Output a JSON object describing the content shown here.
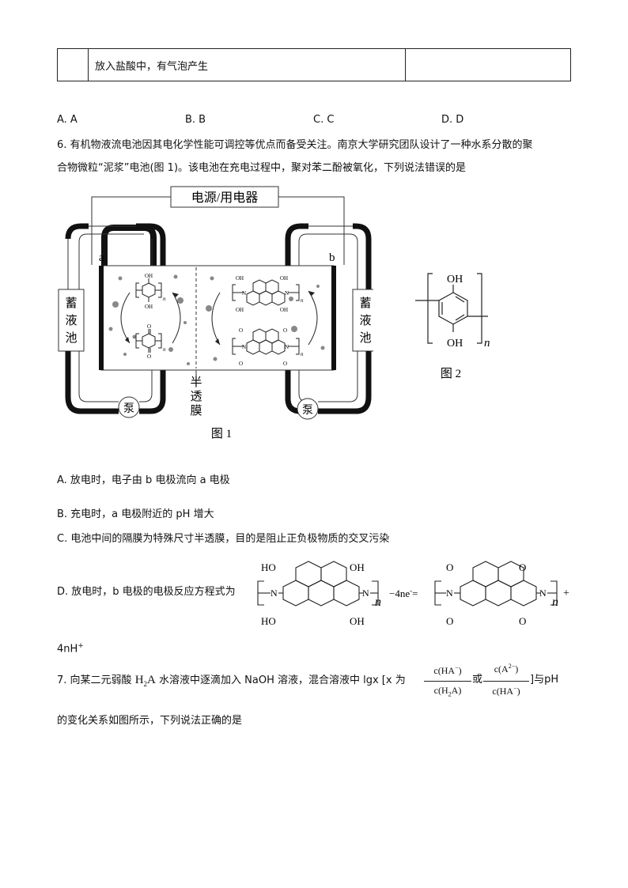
{
  "table_row": {
    "cell1": "",
    "cell2": "放入盐酸中，有气泡产生",
    "cell3": ""
  },
  "q5_options": [
    "A. A",
    "B. B",
    "C. C",
    "D. D"
  ],
  "q6": {
    "stem_line1": "6. 有机物液流电池因其电化学性能可调控等优点而备受关注。南京大学研究团队设计了一种水系分散的聚",
    "stem_line2": "合物微粒“泥浆”电池(图 1)。该电池在充电过程中，聚对苯二酚被氧化，下列说法错误的是",
    "figure1": {
      "power_label": "电源/用电器",
      "electrode_a": "a",
      "electrode_b": "b",
      "reservoir_left": [
        "蓄",
        "液",
        "池"
      ],
      "reservoir_right": [
        "蓄",
        "液",
        "池"
      ],
      "pump_left": "泵",
      "pump_right": "泵",
      "membrane": [
        "半",
        "透",
        "膜"
      ],
      "caption": "图 1",
      "oh": "OH",
      "o": "O",
      "n": "N",
      "n_sub": "n"
    },
    "figure2": {
      "oh_top": "OH",
      "oh_bottom": "OH",
      "n_sub": "n",
      "caption": "图 2"
    },
    "option_a": "A. 放电时，电子由 b 电极流向 a 电极",
    "option_b": "B. 充电时，a 电极附近的 pH 增大",
    "option_c": "C. 电池中间的隔膜为特殊尺寸半透膜，目的是阻止正负极物质的交叉污染",
    "option_d_prefix": "D. 放电时，b 电极的电极反应方程式为",
    "option_d_minus": "−4ne",
    "option_d_minus_sup": "-",
    "option_d_eq": "=",
    "option_d_plus": "+",
    "option_d_tail": "4nH",
    "option_d_tail_sup": "+",
    "struct_oh": "HO",
    "struct_oh_r": "OH",
    "struct_o": "O",
    "struct_n": "N",
    "struct_sub": "n"
  },
  "q7": {
    "prefix": "7. 向某二元弱酸",
    "h2a_h": "H",
    "h2a_sub": "2",
    "h2a_a": "A",
    "mid": " 水溶液中逐滴加入 NaOH 溶液，混合溶液中 lgx [x 为",
    "frac1_num": "c(HA",
    "frac1_num_sup": "−",
    "frac1_num_end": ")",
    "frac1_den": "c(H",
    "frac1_den_sub": "2",
    "frac1_den_end": "A)",
    "or": "或",
    "frac2_num": "c(A",
    "frac2_num_sup": "2−",
    "frac2_num_end": ")",
    "frac2_den": "c(HA",
    "frac2_den_sup": "−",
    "frac2_den_end": ")",
    "suffix": "]与pH",
    "line2": "的变化关系如图所示，下列说法正确的是"
  }
}
